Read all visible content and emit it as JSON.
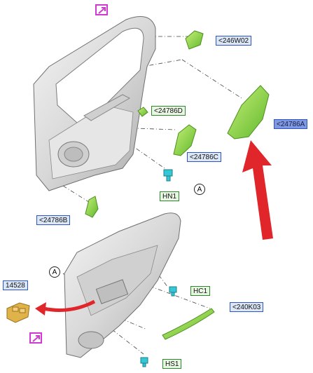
{
  "diagram": {
    "parts": {
      "p246W02": "<246W02",
      "p24786D": "<24786D",
      "p24786A": "<24786A",
      "p24786C": "<24786C",
      "p24786B": "<24786B",
      "pHN1": "HN1",
      "p14528": "14528",
      "pHC1": "HC1",
      "p240K03": "<240K03",
      "pHS1": "HS1"
    },
    "callouts": {
      "upper": "A",
      "lower": "A"
    },
    "link_icon": "arrow-link-icon",
    "colors": {
      "part_green": "#8fd13f",
      "clip_cyan": "#35c7d6",
      "switch_yellow": "#e0b24a",
      "arrow_red": "#e0262b",
      "panel_gray": "#d9d9d9",
      "label_blue": "#2b55c8",
      "link_pink": "#d13ad1"
    }
  }
}
